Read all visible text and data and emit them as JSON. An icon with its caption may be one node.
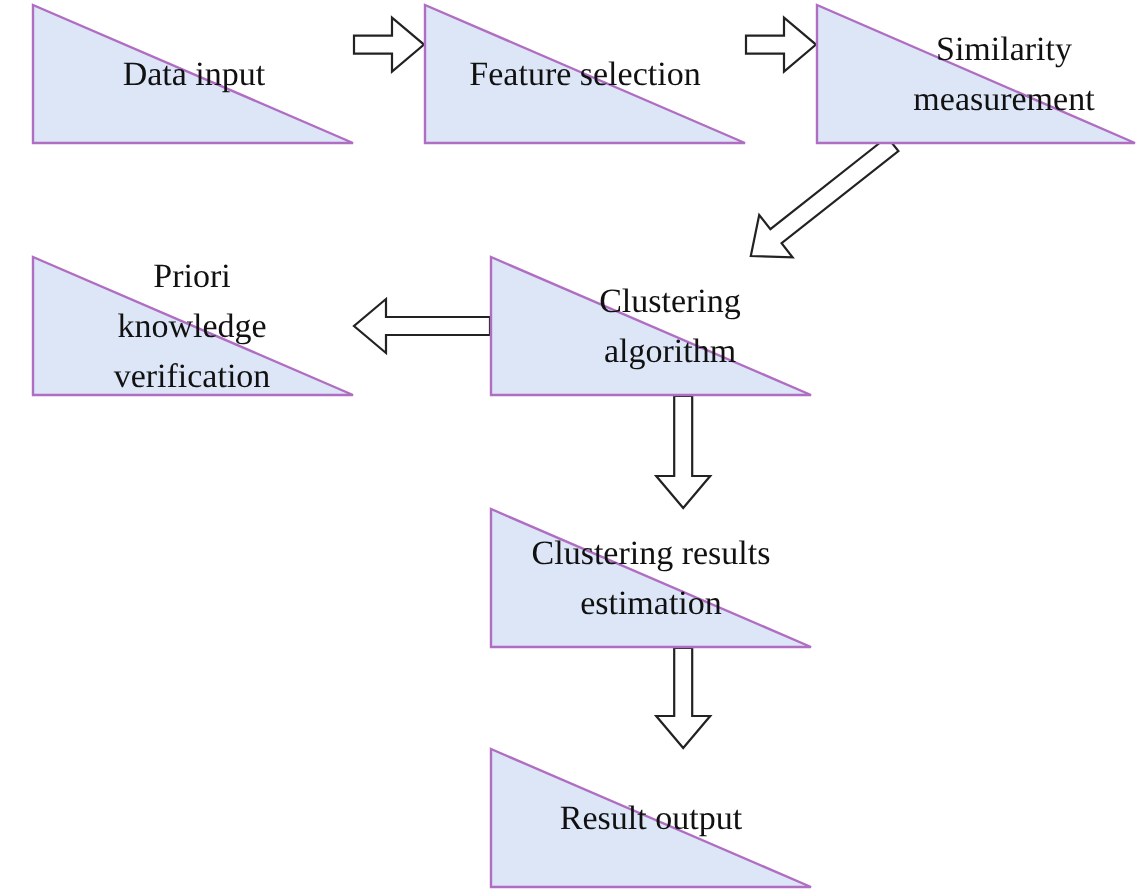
{
  "diagram": {
    "nodes": [
      {
        "text": [
          "Data input"
        ]
      },
      {
        "text": [
          "Feature selection"
        ]
      },
      {
        "text": [
          "Similarity measurement"
        ]
      },
      {
        "text": [
          "Priori knowledge verification"
        ]
      },
      {
        "text": [
          "Clustering algorithm"
        ]
      },
      {
        "text": [
          "Clustering results estimation"
        ]
      },
      {
        "text": [
          "Result output"
        ]
      }
    ],
    "edges": [
      {
        "from": 0,
        "to": 1,
        "arrow": "to"
      },
      {
        "from": 1,
        "to": 2,
        "arrow": "to"
      },
      {
        "from": 2,
        "to": 4,
        "arrow": "to"
      },
      {
        "from": 4,
        "to": 3,
        "arrow": "to"
      },
      {
        "from": 4,
        "to": 5,
        "arrow": "to"
      },
      {
        "from": 5,
        "to": 6,
        "arrow": "to"
      }
    ]
  }
}
